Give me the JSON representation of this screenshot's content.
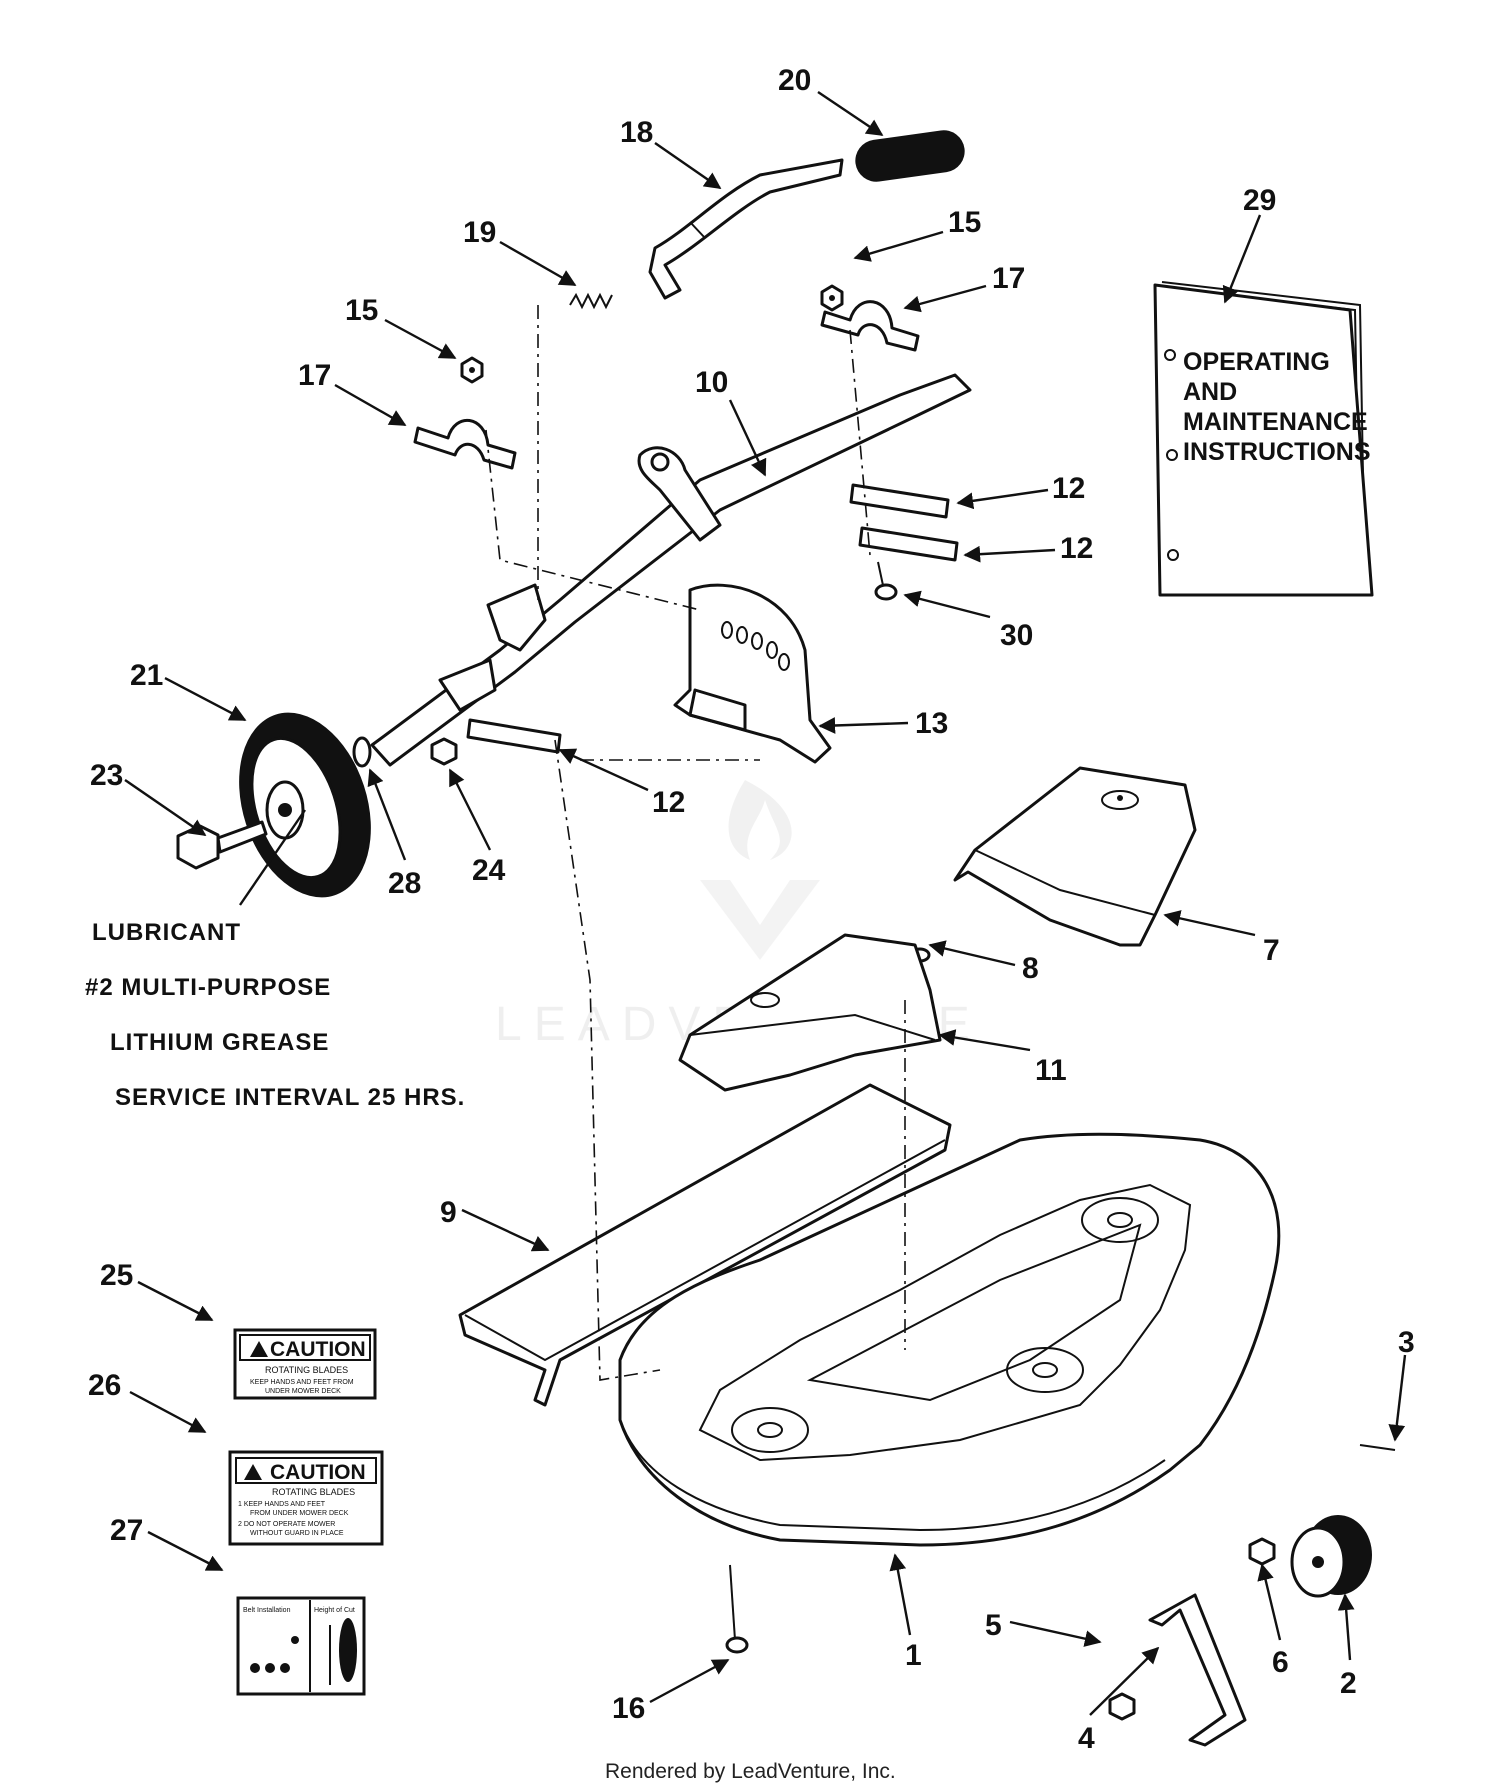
{
  "callouts": [
    "20",
    "18",
    "19",
    "15",
    "17",
    "15",
    "17",
    "10",
    "12",
    "12",
    "30",
    "13",
    "12",
    "21",
    "23",
    "28",
    "24",
    "29",
    "7",
    "8",
    "11",
    "9",
    "25",
    "26",
    "27",
    "3",
    "5",
    "1",
    "6",
    "2",
    "16",
    "4"
  ],
  "lubricant_note": {
    "line1": "LUBRICANT",
    "line2": "#2 MULTI-PURPOSE",
    "line3": "LITHIUM GREASE",
    "line4": "SERVICE INTERVAL 25 HRS."
  },
  "manual": {
    "line1": "OPERATING",
    "line2": "AND",
    "line3": "MAINTENANCE",
    "line4": "INSTRUCTIONS"
  },
  "decal_25": {
    "title": "CAUTION",
    "sub": "ROTATING BLADES",
    "line1": "KEEP HANDS AND FEET FROM",
    "line2": "UNDER MOWER DECK"
  },
  "decal_26": {
    "title": "CAUTION",
    "sub": "ROTATING BLADES",
    "line1": "1  KEEP HANDS AND FEET",
    "line2": "FROM UNDER MOWER DECK",
    "line3": "2  DO NOT OPERATE MOWER",
    "line4": "WITHOUT GUARD IN PLACE"
  },
  "decal_27": {
    "left_label": "Belt Installation",
    "right_label": "Height of Cut"
  },
  "watermark": "LEADVENTURE",
  "footer": "Rendered by LeadVenture, Inc."
}
